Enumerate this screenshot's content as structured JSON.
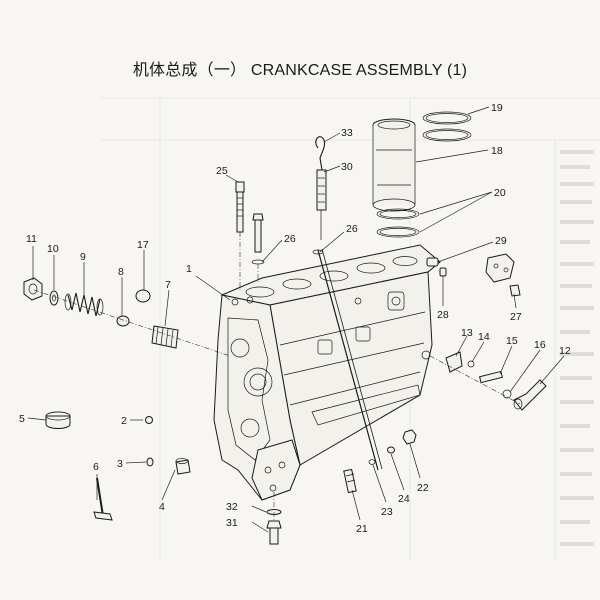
{
  "title": "机体总成（一） CRANKCASE ASSEMBLY (1)",
  "callouts": {
    "c1": "1",
    "c2": "2",
    "c3": "3",
    "c4": "4",
    "c5": "5",
    "c6": "6",
    "c7": "7",
    "c8": "8",
    "c9": "9",
    "c10": "10",
    "c11": "11",
    "c12": "12",
    "c13": "13",
    "c14": "14",
    "c15": "15",
    "c16": "16",
    "c17": "17",
    "c18": "18",
    "c19": "19",
    "c20": "20",
    "c21": "21",
    "c22": "22",
    "c23": "23",
    "c24": "24",
    "c25": "25",
    "c26a": "26",
    "c26b": "26",
    "c27": "27",
    "c28": "28",
    "c29": "29",
    "c30": "30",
    "c31": "31",
    "c32": "32",
    "c33": "33"
  },
  "colors": {
    "ink": "#1a1a1a",
    "paper": "#f7f6f2"
  }
}
